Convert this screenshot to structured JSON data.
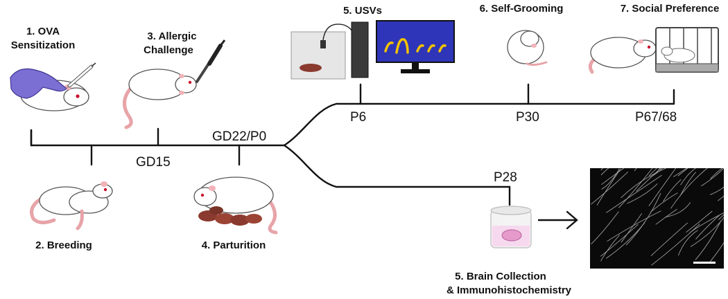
{
  "steps": {
    "s1": [
      "1. OVA",
      "Sensitization"
    ],
    "s2": "2. Breeding",
    "s3": [
      "3. Allergic",
      "Challenge"
    ],
    "s4": "4. Parturition",
    "s5a": "5. USVs",
    "s6": "6. Self-Grooming",
    "s7": "7. Social Preference",
    "s5b": [
      "5. Brain Collection",
      "& Immunohistochemistry"
    ]
  },
  "timepoints": {
    "gd15": "GD15",
    "gd22": "GD22/P0",
    "p6": "P6",
    "p30": "P30",
    "p6768": "P67/68",
    "p28": "P28"
  },
  "colors": {
    "timeline": "#111111",
    "glove": "#7b6fd4",
    "monitor_screen": "#2e35b8",
    "usv_trace": "#f2c200",
    "rat_pup": "#8a3a2e",
    "tail": "#e7a4a8",
    "micrograph_bg": "#0a0a0a"
  }
}
